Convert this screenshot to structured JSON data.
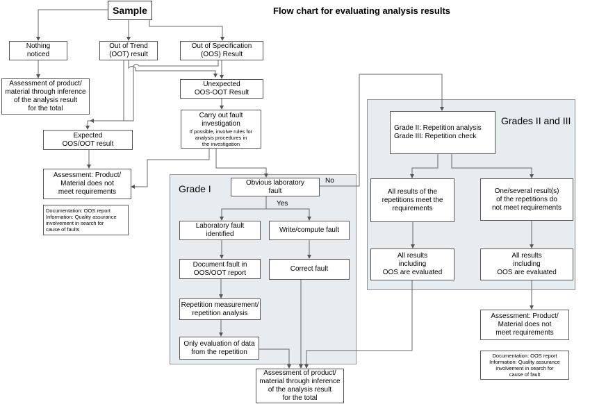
{
  "diagram": {
    "title": "Flow chart for evaluating analysis results",
    "regions": {
      "grade1": {
        "label": "Grade I"
      },
      "grade23": {
        "label": "Grades II and III"
      }
    },
    "nodes": {
      "sample": {
        "lines": [
          "Sample"
        ]
      },
      "nothing": {
        "lines": [
          "Nothing",
          "noticed"
        ]
      },
      "oot": {
        "lines": [
          "Out of Trend",
          "(OOT) result"
        ]
      },
      "oos": {
        "lines": [
          "Out of Specification",
          "(OOS) Result"
        ]
      },
      "assess_top": {
        "lines": [
          "Assessment of product/",
          "material through inference",
          "of the analysis result",
          "for the total"
        ]
      },
      "unexpected": {
        "lines": [
          "Unexpected",
          "OOS-OOT Result"
        ]
      },
      "carry_out": {
        "lines": [
          "Carry out fault",
          "investigation"
        ],
        "note": [
          "If possible, involve rules for",
          "analysis procedures in",
          "the investigation"
        ]
      },
      "expected": {
        "lines": [
          "Expected",
          "OOS/OOT result"
        ]
      },
      "assess_not_meet_left": {
        "lines": [
          "Assessment: Product/",
          "Material does not",
          "meet requirements"
        ]
      },
      "doc_left": {
        "lines": [
          "Documentation: OOS report",
          "Information: Quality assurance",
          "involvement in search for",
          "cause of faults"
        ]
      },
      "obvious": {
        "lines": [
          "Obvious laboratory",
          "fault"
        ]
      },
      "lab_fault": {
        "lines": [
          "Laboratory fault",
          "identified"
        ]
      },
      "write_fault": {
        "lines": [
          "Write/compute fault"
        ]
      },
      "document_fault": {
        "lines": [
          "Document fault in",
          "OOS/OOT report"
        ]
      },
      "correct_fault": {
        "lines": [
          "Correct fault"
        ]
      },
      "repetition": {
        "lines": [
          "Repetition measurement/",
          "repetition analysis"
        ]
      },
      "only_eval": {
        "lines": [
          "Only evaluation of data",
          "from the repetition"
        ]
      },
      "assess_bottom": {
        "lines": [
          "Assessment of product/",
          "material through inference",
          "of the analysis result",
          "for the total"
        ]
      },
      "grade_check": {
        "lines": [
          "Grade II: Repetition analysis",
          "Grade III: Repetition check"
        ]
      },
      "all_meet": {
        "lines": [
          "All results of the",
          "repetitions meet the",
          "requirements"
        ]
      },
      "some_fail": {
        "lines": [
          "One/several result(s)",
          "of the repetitions do",
          "not meet requirements"
        ]
      },
      "eval_a": {
        "lines": [
          "All results",
          "including",
          "OOS are evaluated"
        ]
      },
      "eval_b": {
        "lines": [
          "All results",
          "including",
          "OOS are evaluated"
        ]
      },
      "assess_not_meet_right": {
        "lines": [
          "Assessment: Product/",
          "Material does not",
          "meet requirements"
        ]
      },
      "doc_right": {
        "lines": [
          "Documentation: OOS report",
          "Information: Quality assurance",
          "involvement in search for",
          "cause of fault"
        ]
      }
    },
    "edge_labels": {
      "no": "No",
      "yes": "Yes"
    },
    "colors": {
      "region_fill": "#e6ecef",
      "line": "#555555"
    }
  }
}
